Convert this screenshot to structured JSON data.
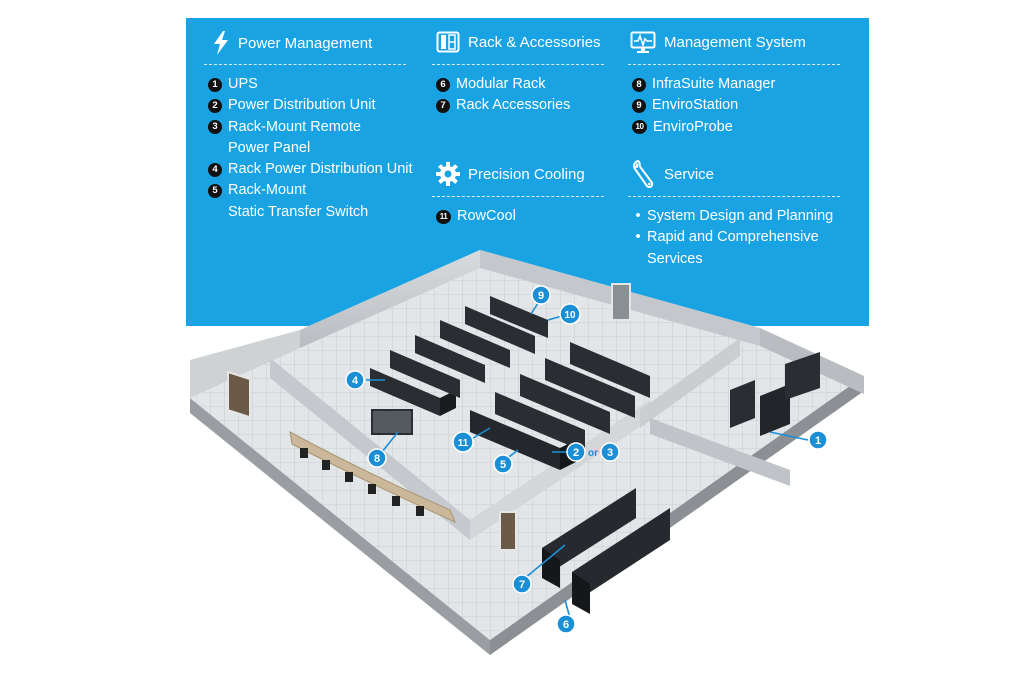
{
  "sections": {
    "power": {
      "title": "Power Management",
      "icon": "lightning-bolt-icon",
      "items": [
        {
          "num": "1",
          "lines": [
            "UPS"
          ]
        },
        {
          "num": "2",
          "lines": [
            "Power Distribution Unit"
          ]
        },
        {
          "num": "3",
          "lines": [
            "Rack-Mount Remote",
            "Power Panel"
          ]
        },
        {
          "num": "4",
          "lines": [
            "Rack Power Distribution Unit"
          ]
        },
        {
          "num": "5",
          "lines": [
            "Rack-Mount",
            "Static Transfer Switch"
          ]
        }
      ]
    },
    "rack": {
      "title": "Rack & Accessories",
      "icon": "rack-icon",
      "items": [
        {
          "num": "6",
          "lines": [
            "Modular Rack"
          ]
        },
        {
          "num": "7",
          "lines": [
            "Rack Accessories"
          ]
        }
      ]
    },
    "cooling": {
      "title": "Precision Cooling",
      "icon": "gear-icon",
      "items": [
        {
          "num": "11",
          "lines": [
            "RowCool"
          ]
        }
      ]
    },
    "management": {
      "title": "Management System",
      "icon": "monitor-icon",
      "items": [
        {
          "num": "8",
          "lines": [
            "InfraSuite Manager"
          ]
        },
        {
          "num": "9",
          "lines": [
            "EnviroStation"
          ]
        },
        {
          "num": "10",
          "lines": [
            "EnviroProbe"
          ]
        }
      ]
    },
    "service": {
      "title": "Service",
      "icon": "wrench-icon",
      "bullet": "•",
      "items": [
        {
          "lines": [
            "System Design and Planning"
          ]
        },
        {
          "lines": [
            "Rapid and Comprehensive",
            "Services"
          ]
        }
      ]
    }
  },
  "callouts": {
    "c1": "1",
    "c2": "2",
    "or": "or",
    "c3": "3",
    "c4": "4",
    "c5": "5",
    "c6": "6",
    "c7": "7",
    "c8": "8",
    "c9": "9",
    "c10": "10",
    "c11": "11"
  },
  "colors": {
    "panel": "#1aa3e3",
    "callout": "#1a8fd6",
    "rack": "#1f2326",
    "floor": "#dcdfe2",
    "wall": "#c9cccf"
  }
}
